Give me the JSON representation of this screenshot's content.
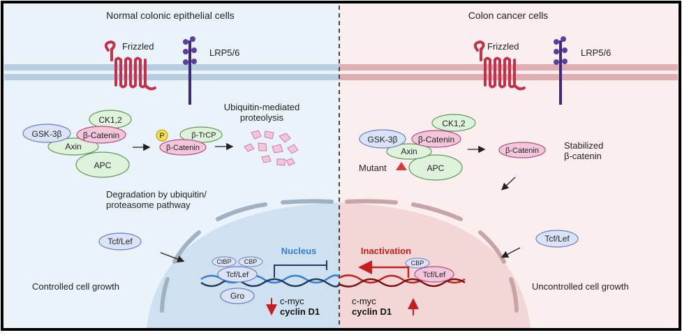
{
  "left_panel": {
    "title": "Normal colonic epithelial cells",
    "frizzled": "Frizzled",
    "lrp": "LRP5/6",
    "ck": "CK1,2",
    "gsk": "GSK-3β",
    "bcat": "β-Catenin",
    "axin": "Axin",
    "apc": "APC",
    "p": "P",
    "btrcp": "β-TrCP",
    "bcat2": "β-Catenin",
    "ubiq_line1": "Ubiquitin-mediated",
    "ubiq_line2": "proteolysis",
    "degrad_line1": "Degradation by ubiquitin/",
    "degrad_line2": "proteasome pathway",
    "tcf": "Tcf/Lef",
    "ctbp": "CtBP",
    "cbp": "CBP",
    "tcf_nuc": "Tcf/Lef",
    "gro": "Gro",
    "cmyc": "c-myc",
    "cyclin": "cyclin D1",
    "growth": "Controlled cell growth",
    "nucleus": "Nucleus"
  },
  "right_panel": {
    "title": "Colon cancer cells",
    "frizzled": "Frizzled",
    "lrp": "LRP5/6",
    "ck": "CK1,2",
    "gsk": "GSK-3β",
    "bcat": "β-Catenin",
    "axin": "Axin",
    "apc": "APC",
    "mutant": "Mutant",
    "bcat_free": "β-Catenin",
    "stab_line1": "Stabilized",
    "stab_line2": "β-catenin",
    "tcf": "Tcf/Lef",
    "cbp": "CBP",
    "tcf_nuc": "Tcf/Lef",
    "cmyc": "c-myc",
    "cyclin": "cyclin D1",
    "growth": "Uncontrolled cell growth",
    "inactivation": "Inactivation"
  },
  "colors": {
    "left_bg": "#eaf2fa",
    "right_bg": "#fbeeee",
    "membrane_left": "#b7cde0",
    "membrane_right": "#e0aeb0",
    "receptor": "#c4304a",
    "green": "#dff3dc",
    "blue_dna": "#2f7fd6",
    "red_dna": "#c41e1e",
    "pink": "#f4c6dc"
  }
}
